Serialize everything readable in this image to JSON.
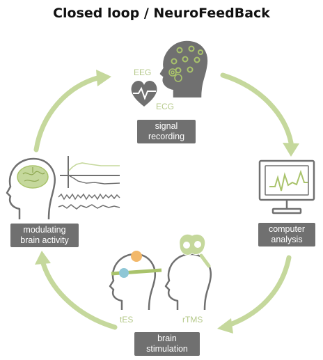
{
  "title": "Closed loop / NeuroFeedBack",
  "labels": {
    "eeg": "EEG",
    "ecg": "ECG",
    "tes": "tES",
    "rtms": "rTMS"
  },
  "boxes": {
    "signal_recording": [
      "signal",
      "recording"
    ],
    "computer_analysis": [
      "computer",
      "analysis"
    ],
    "brain_stimulation": [
      "brain",
      "stimulation"
    ],
    "modulating_brain_activity": [
      "modulating",
      "brain activity"
    ]
  },
  "colors": {
    "arrow_green": "#c5d89c",
    "accent_green": "#a9c36b",
    "box_gray": "#707070",
    "line_gray": "#707070",
    "electrode_orange": "#f2b86a",
    "electrode_blue": "#8fc7d6"
  },
  "icons": [
    "eeg-head-icon",
    "heart-ecg-icon",
    "computer-monitor-icon",
    "tes-head-icon",
    "rtms-head-icon",
    "brain-head-icon",
    "signal-waveforms-icon",
    "cycle-arrow-icon"
  ]
}
